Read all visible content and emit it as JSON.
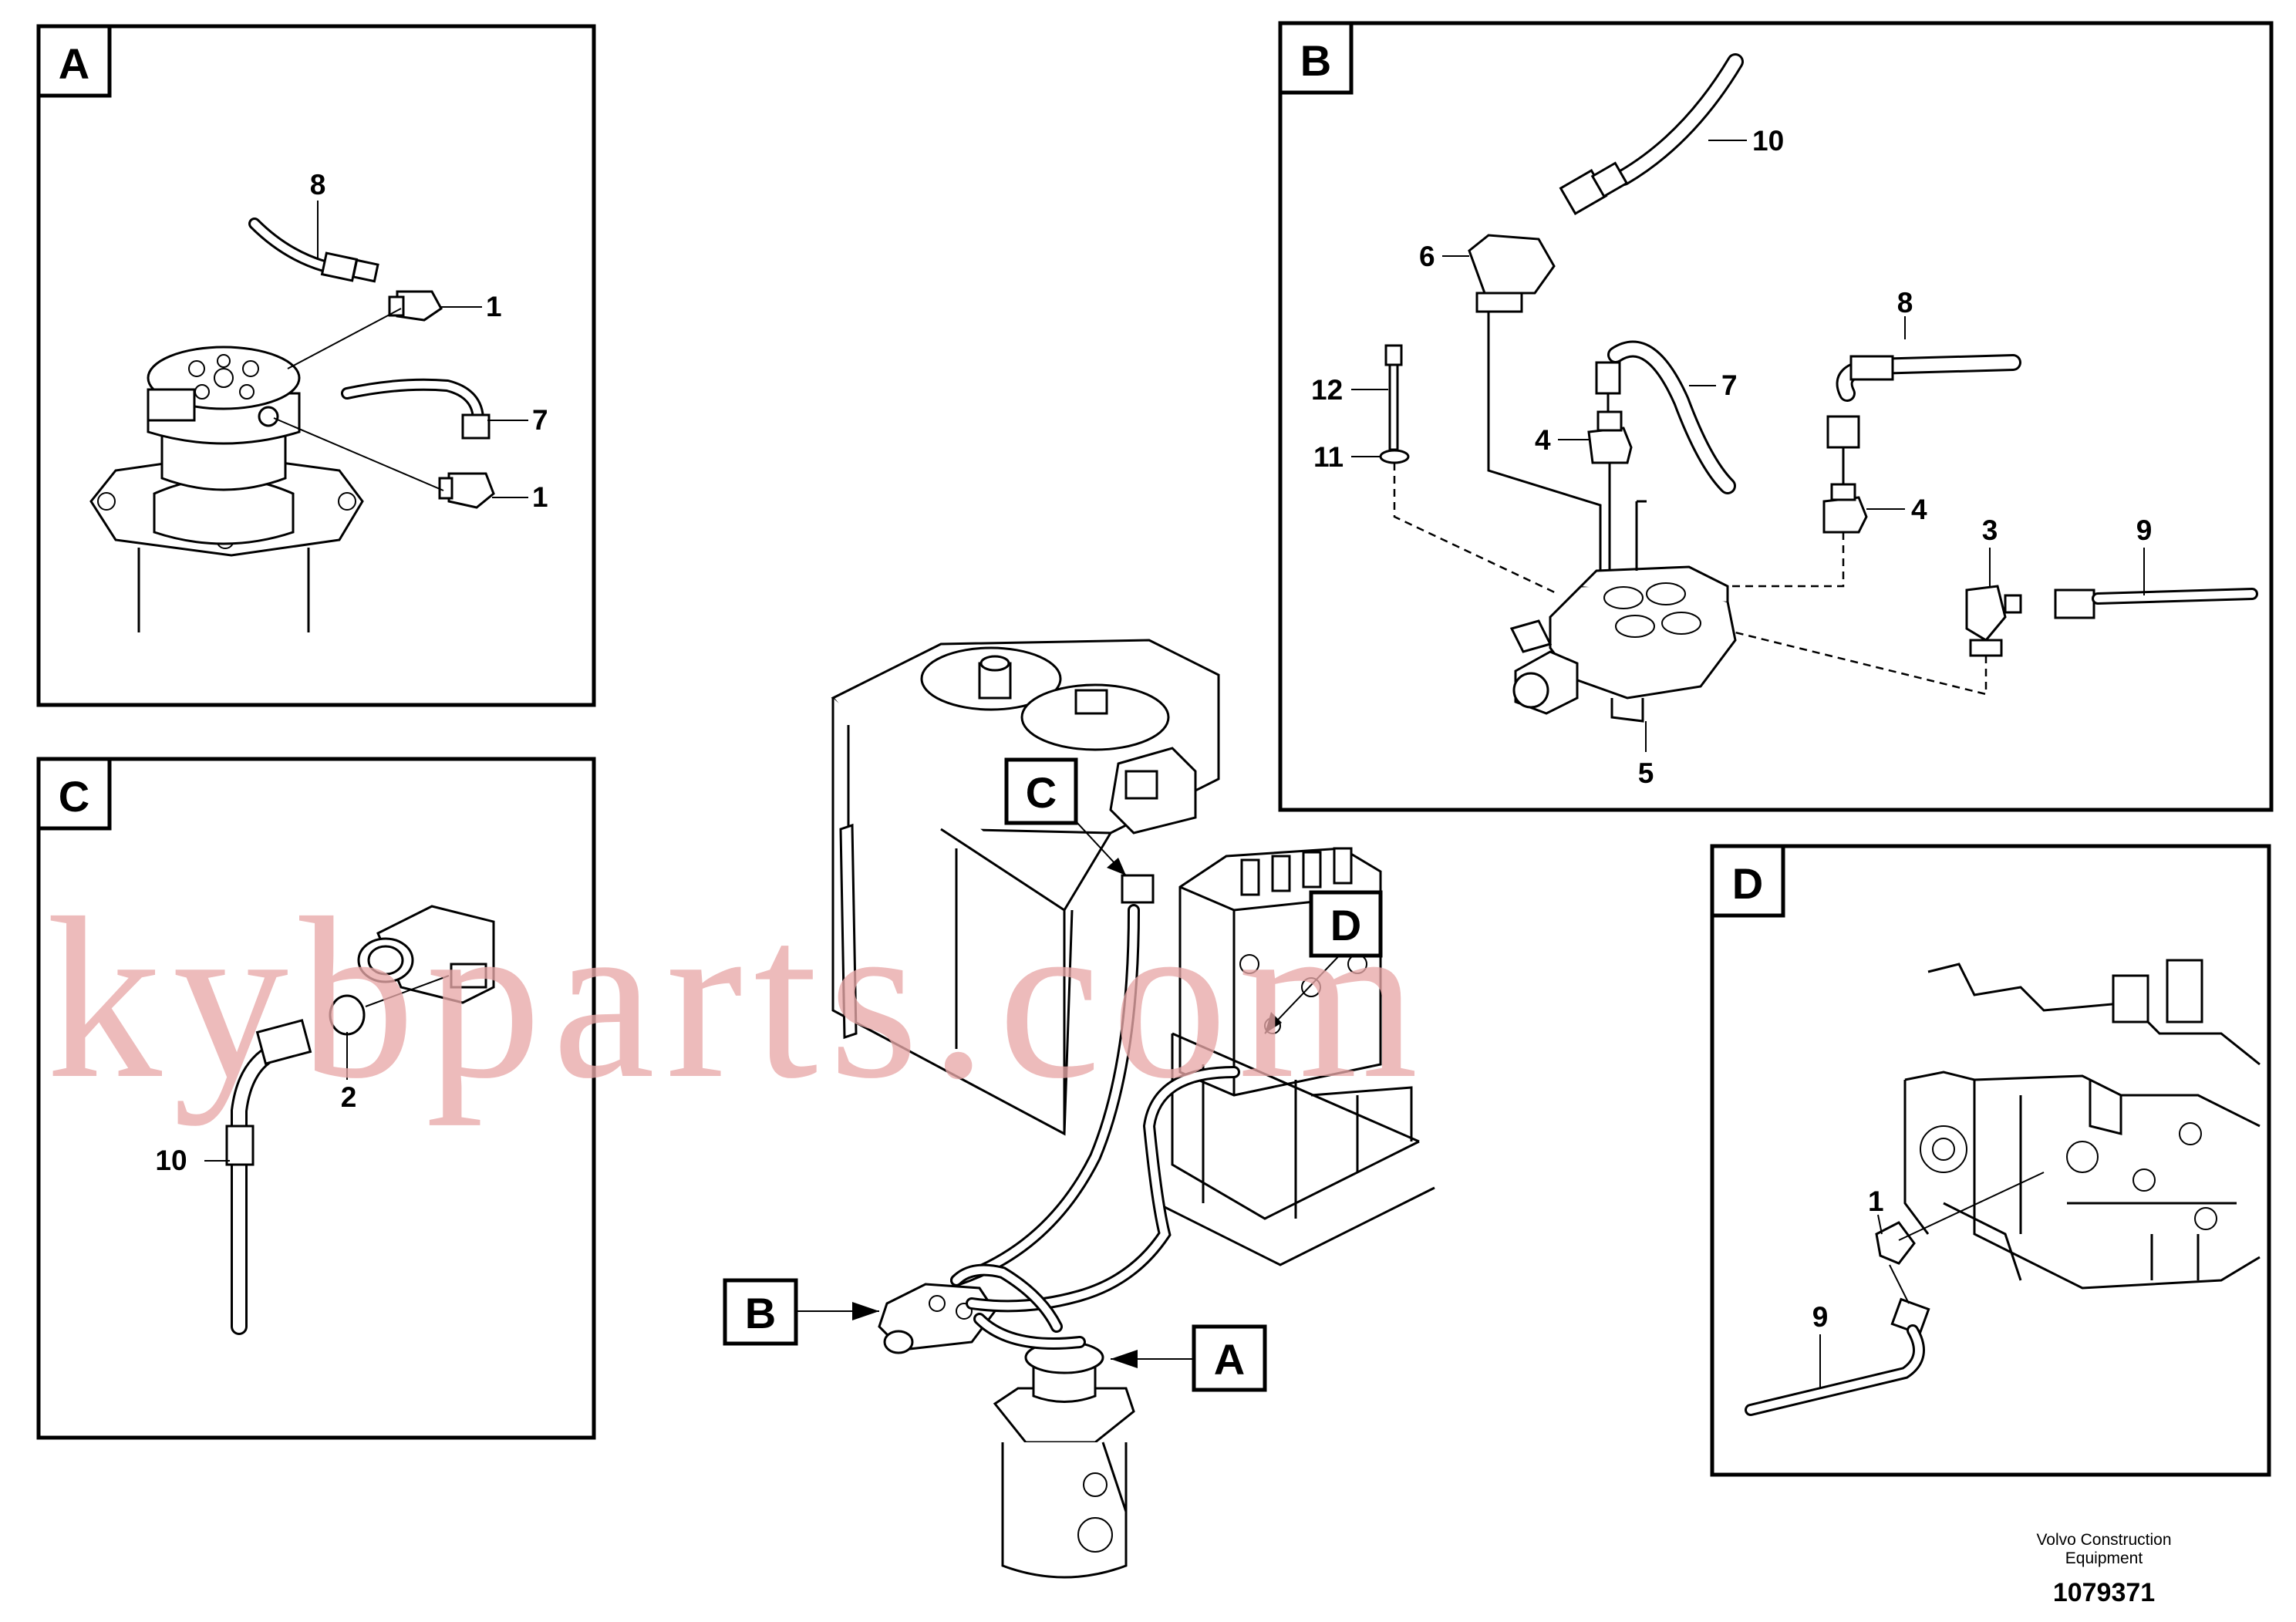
{
  "detail_views": {
    "A": {
      "letter": "A",
      "callouts": {
        "c8": "8",
        "c1a": "1",
        "c7": "7",
        "c1b": "1"
      }
    },
    "B": {
      "letter": "B",
      "callouts": {
        "c10": "10",
        "c6": "6",
        "c8": "8",
        "c7": "7",
        "c12": "12",
        "c4a": "4",
        "c11": "11",
        "c4b": "4",
        "c3": "3",
        "c9": "9",
        "c5": "5"
      }
    },
    "C": {
      "letter": "C",
      "callouts": {
        "c2": "2",
        "c10": "10"
      }
    },
    "D": {
      "letter": "D",
      "callouts": {
        "c1": "1",
        "c9": "9"
      }
    }
  },
  "main_view_labels": {
    "C": "C",
    "D": "D",
    "B": "B",
    "A": "A"
  },
  "footer": {
    "manufacturer_line1": "Volvo Construction",
    "manufacturer_line2": "Equipment",
    "document_number": "1079371"
  },
  "watermark": {
    "text": "kybparts.com",
    "color": "#e8a8a8"
  }
}
